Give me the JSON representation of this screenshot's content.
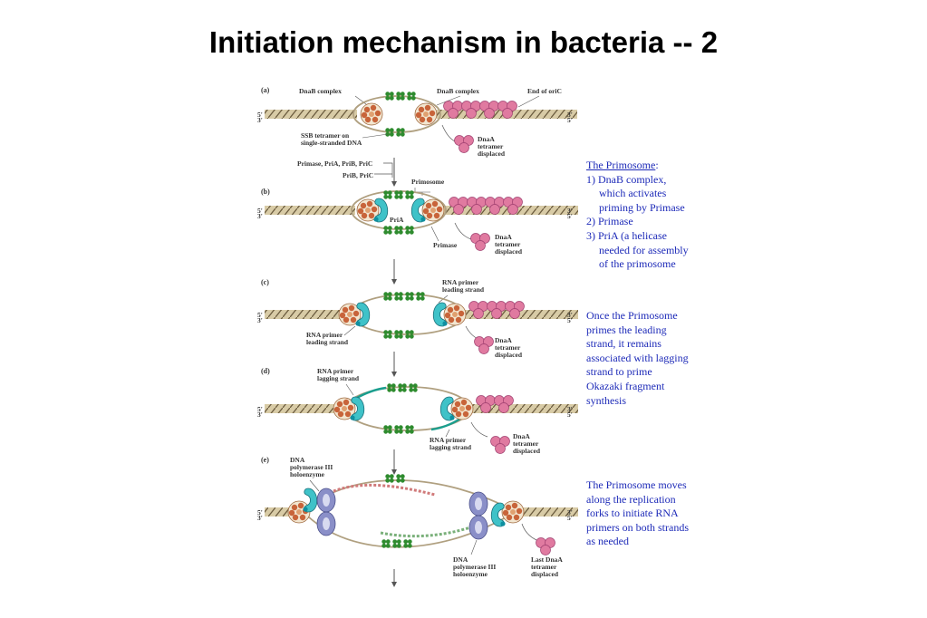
{
  "title": "Initiation mechanism in bacteria -- 2",
  "diagram": {
    "panel_labels": [
      "(a)",
      "(b)",
      "(c)",
      "(d)",
      "(e)"
    ],
    "labels": {
      "dnab_complex": "DnaB complex",
      "end_oric": "End of oriC",
      "ssb_1": "SSB tetramer on",
      "ssb_2": "single-stranded DNA",
      "dnaa": "DnaA",
      "tetramer": "tetramer",
      "displaced": "displaced",
      "primases": "Primase, PriA, PriB, PriC",
      "prib_pric": "PriB, PriC",
      "primosome": "Primosome",
      "pria": "PriA",
      "primase": "Primase",
      "rna_primer": "RNA primer",
      "leading_strand": "leading strand",
      "lagging_strand": "lagging strand",
      "dna": "DNA",
      "polymerase_iii": "polymerase III",
      "holoenzyme": "holoenzyme",
      "last_dnaa": "Last DnaA",
      "five_prime": "5'",
      "three_prime": "3'"
    }
  },
  "notes": {
    "primosome": {
      "heading": "The Primosome",
      "lines": [
        "1) DnaB complex,",
        "which activates",
        "priming by Primase",
        "2) Primase",
        "3) PriA (a helicase",
        "needed for assembly",
        "of the primosome"
      ]
    },
    "lagging": {
      "lines": [
        "Once the Primosome",
        "primes the leading",
        "strand, it remains",
        "associated with lagging",
        "strand to prime",
        "Okazaki fragment",
        "synthesis"
      ]
    },
    "moves": {
      "lines": [
        "The Primosome moves",
        "along the replication",
        "forks to initiate RNA",
        "primers on both strands",
        "as needed"
      ]
    }
  },
  "colors": {
    "note_text": "#1d2ab8",
    "dna_duplex": "#c8b894",
    "ssb": "#2e8b2e",
    "dnaa": "#e07aa0",
    "dnab": "#c8643a",
    "primase": "#3fc2c8",
    "polymerase": "#8a8fc8"
  }
}
